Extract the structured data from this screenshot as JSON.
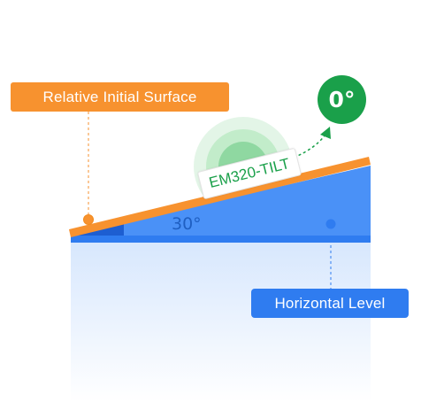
{
  "labels": {
    "relative_surface": "Relative Initial Surface",
    "horizontal_level": "Horizontal Level",
    "device": "EM320-TILT",
    "angle": "30°",
    "reading": "0°"
  },
  "colors": {
    "surface_orange": "#f7922f",
    "wedge_blue": "#4a91f7",
    "base_blue": "#2f7cf0",
    "reading_green": "#1aa04a",
    "halo_green": "#b9e7c4"
  },
  "icons": {
    "reading_arrow": "dashed-arrow-icon",
    "anchor_dot": "dot-icon"
  }
}
